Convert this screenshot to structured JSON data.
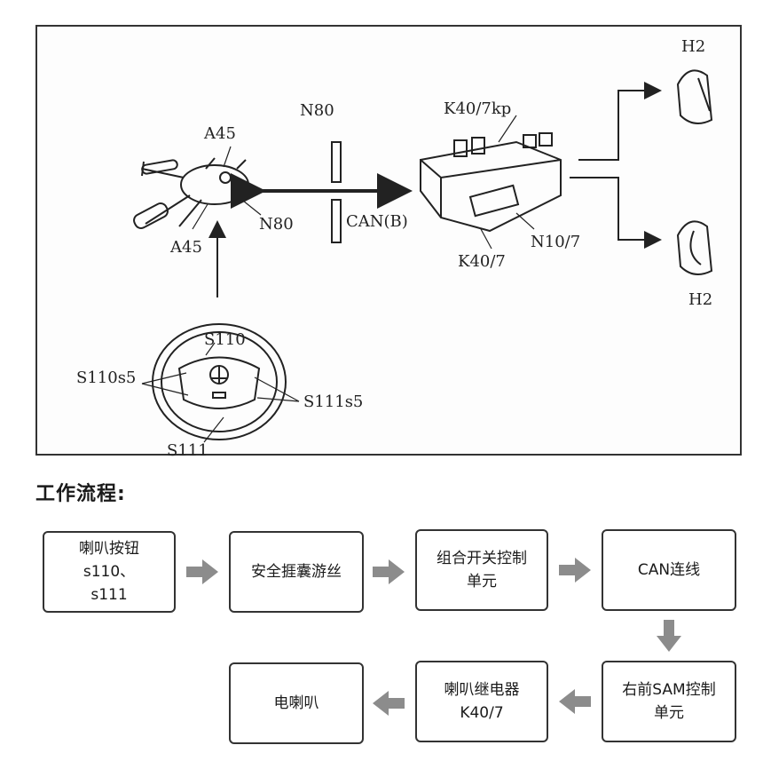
{
  "diagram": {
    "labels": {
      "n80_top": "N80",
      "k40_7kp": "K40/7kp",
      "a45_top": "A45",
      "a45_bottom": "A45",
      "n80_side": "N80",
      "can_b": "CAN(B)",
      "k40_7": "K40/7",
      "n10_7": "N10/7",
      "h2_top": "H2",
      "h2_bottom": "H2",
      "s110": "S110",
      "s110s5": "S110s5",
      "s111s5": "S111s5",
      "s111": "S111"
    }
  },
  "section_title": "工作流程:",
  "flow": {
    "steps": [
      "喇叭按钮s110、\ns111",
      "安全捱囊游丝",
      "组合开关控制\n单元",
      "CAN连线",
      "右前SAM控制\n单元",
      "喇叭继电器\nK40/7",
      "电喇叭"
    ]
  },
  "colors": {
    "line": "#222222",
    "arrow_fill": "#8c8c8c",
    "box_border": "#333333"
  }
}
